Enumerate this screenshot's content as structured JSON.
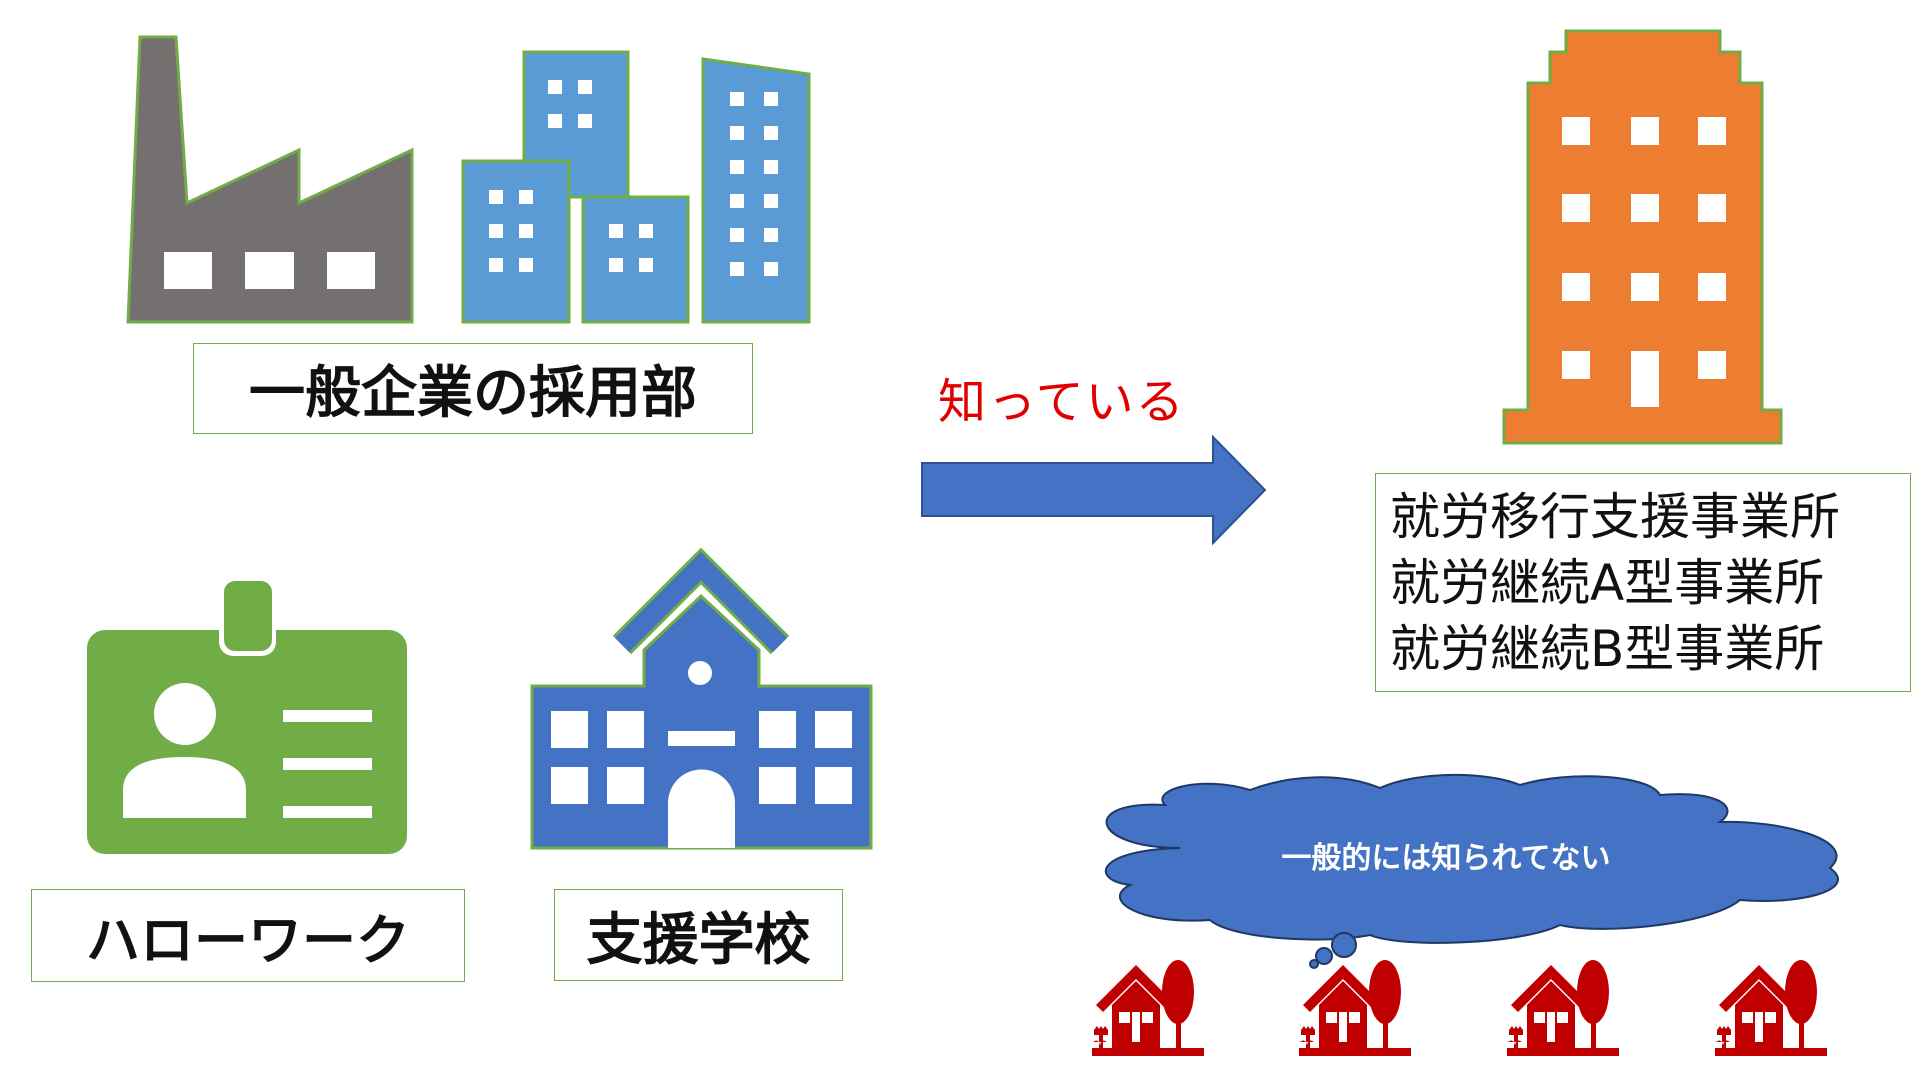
{
  "labels": {
    "corporate_hr": "一般企業の採用部",
    "hello_work": "ハローワーク",
    "support_school": "支援学校",
    "knows": "知っている",
    "offices": [
      "就労移行支援事業所",
      "就労継続A型事業所",
      "就労継続B型事業所"
    ],
    "cloud": "一般的には知られてない"
  },
  "colors": {
    "factory": "#757070",
    "outline": "#70ad47",
    "office_blue": "#5b9bd5",
    "orange": "#ed7d31",
    "badge_green": "#70ad47",
    "school_blue": "#4472c4",
    "arrow": "#4472c4",
    "cloud": "#4472c4",
    "house_red": "#c00000",
    "knows_text": "#e00000"
  },
  "icons": [
    "factory-icon",
    "office-buildings-icon",
    "office-tower-icon",
    "id-badge-icon",
    "school-icon",
    "arrow-right-icon",
    "thought-cloud-icon",
    "house-icon"
  ]
}
